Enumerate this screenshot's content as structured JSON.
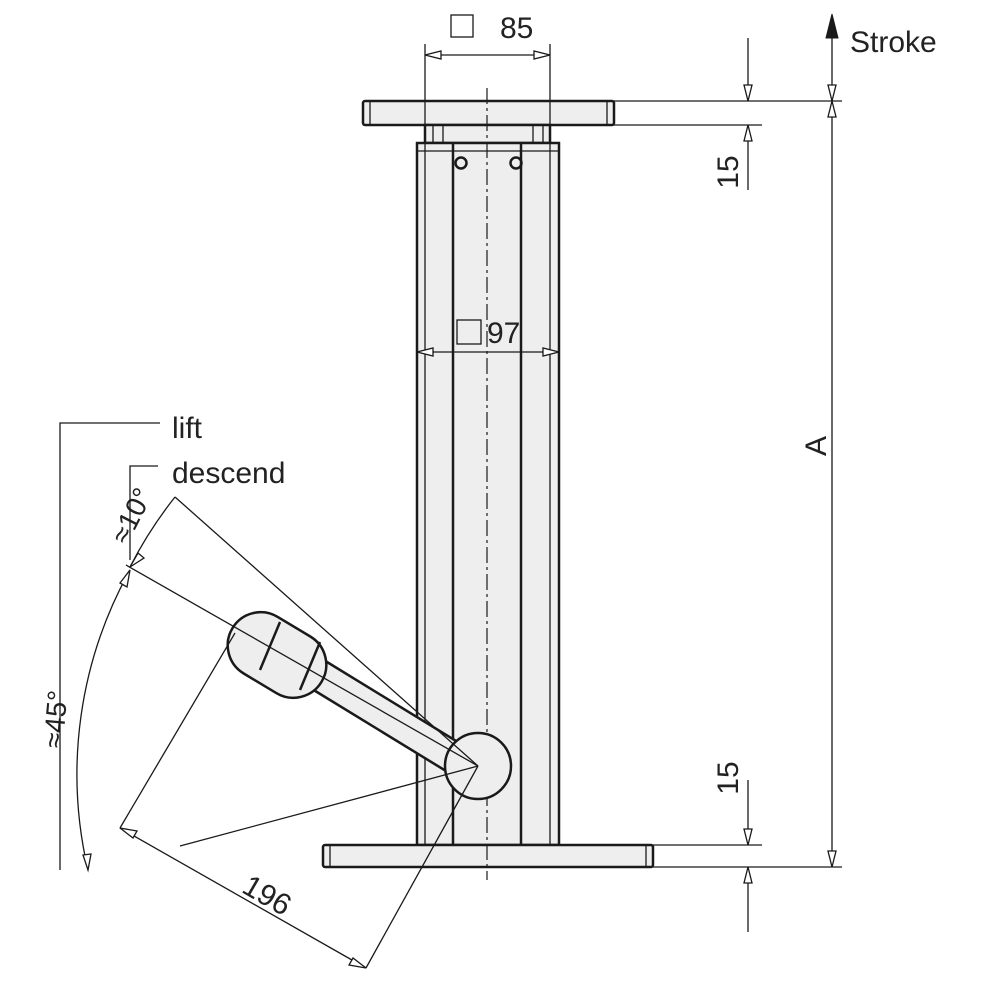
{
  "dimensions": {
    "top_plate_width": "85",
    "column_width": "97",
    "plate_thickness_top": "15",
    "plate_thickness_bottom": "15",
    "overall_height": "A",
    "handle_length": "196",
    "descend_angle": "≈10°",
    "lift_angle": "≈45°"
  },
  "labels": {
    "stroke": "Stroke",
    "lift": "lift",
    "descend": "descend"
  },
  "icons": {
    "square_symbol": "square-symbol-icon",
    "stroke_arrow": "arrow-up-icon"
  },
  "colors": {
    "line": "#1a1a1a",
    "part_fill": "#eeeeee",
    "background": "#ffffff"
  }
}
